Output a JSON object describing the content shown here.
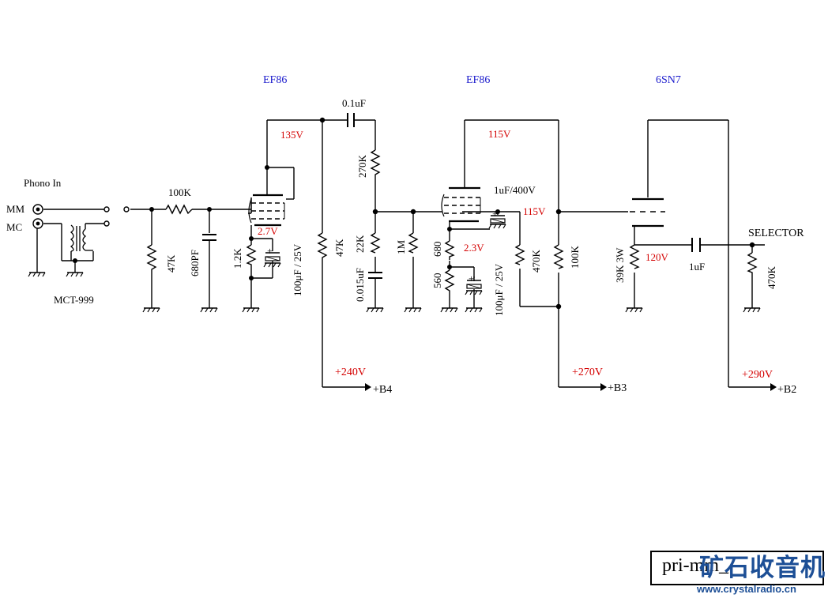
{
  "tubes": {
    "stage1": "EF86",
    "stage2": "EF86",
    "stage3": "6SN7"
  },
  "inputs": {
    "title": "Phono In",
    "mm": "MM",
    "mc": "MC",
    "transformer": "MCT-999"
  },
  "components": {
    "r_input": "100K",
    "r_grid1": "47K",
    "c_input": "680PF",
    "r_cathode1": "1.2K",
    "c_cathode1": "100μF / 25V",
    "r_plate1": "47K",
    "c_coupling1": "0.1uF",
    "r_270k": "270K",
    "r_22k": "22K",
    "c_0015": "0.015uF",
    "r_1m": "1M",
    "r_680": "680",
    "r_560": "560",
    "c_cathode2": "100μF / 25V",
    "c_screen2": "1uF/400V",
    "r_screen2": "470K",
    "r_plate2": "100K",
    "r_cathode3": "39K 3W",
    "c_out": "1uF",
    "r_out": "470K",
    "selector": "SELECTOR"
  },
  "voltages": {
    "v135": "135V",
    "v27": "2.7V",
    "v115a": "115V",
    "v115b": "115V",
    "v23": "2.3V",
    "v120": "120V",
    "v240": "+240V",
    "v270": "+270V",
    "v290": "+290V"
  },
  "supplies": {
    "b4": "+B4",
    "b3": "+B3",
    "b2": "+B2"
  },
  "watermark": {
    "text": "pri-mm_",
    "cn": "矿石收音机",
    "url": "www.crystalradio.cn"
  },
  "colors": {
    "tube_label": "#1a1acc",
    "voltage": "#d40000",
    "watermark": "#1d4f96"
  }
}
